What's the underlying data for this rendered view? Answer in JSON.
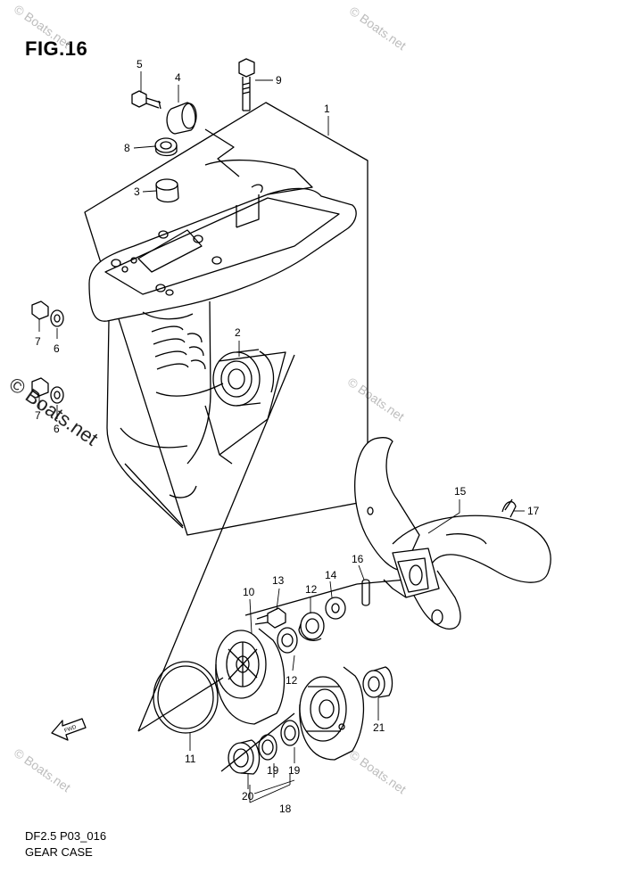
{
  "figure": {
    "title": "FIG.16",
    "code": "DF2.5 P03_016",
    "name": "GEAR CASE"
  },
  "watermark": "© Boats.net",
  "fwd_label": "FWD",
  "callouts": [
    "1",
    "2",
    "3",
    "4",
    "5",
    "6",
    "6",
    "7",
    "7",
    "8",
    "9",
    "10",
    "11",
    "12",
    "12",
    "13",
    "14",
    "15",
    "16",
    "17",
    "18",
    "19",
    "19",
    "20",
    "21"
  ]
}
